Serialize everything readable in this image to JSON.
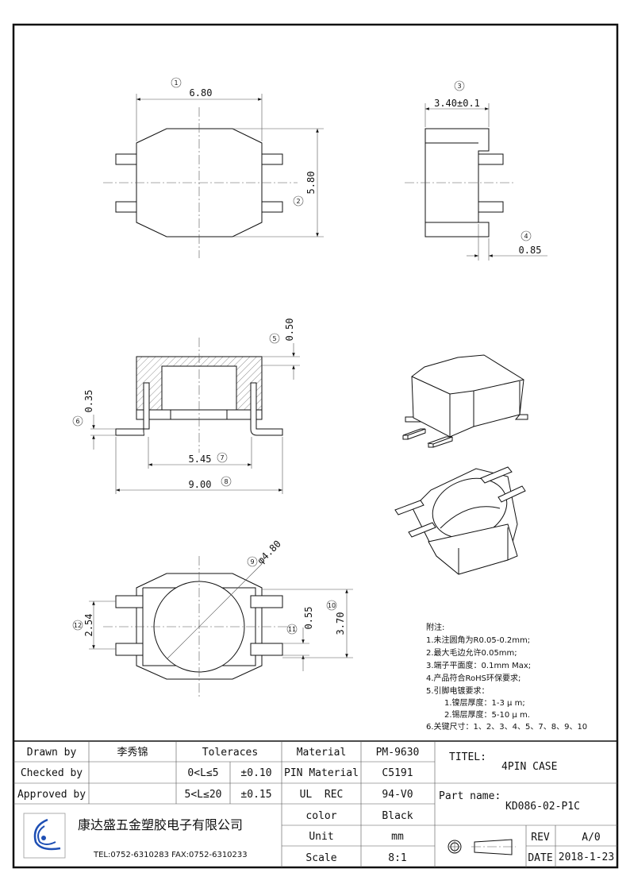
{
  "dimensions": {
    "d1": {
      "ref": "①",
      "value": "6.80"
    },
    "d2": {
      "ref": "②",
      "value": "5.80"
    },
    "d3": {
      "ref": "③",
      "value": "3.40±0.1"
    },
    "d4": {
      "ref": "④",
      "value": "0.85"
    },
    "d5": {
      "ref": "⑤",
      "value": "0.50"
    },
    "d6": {
      "ref": "⑥",
      "value": "0.35"
    },
    "d7": {
      "ref": "⑦",
      "value": "5.45"
    },
    "d8": {
      "ref": "⑧",
      "value": "9.00"
    },
    "d9": {
      "ref": "⑨",
      "value": "φ4.80"
    },
    "d10": {
      "ref": "⑩",
      "value": "3.70"
    },
    "d11": {
      "ref": "⑪",
      "value": "0.55"
    },
    "d12": {
      "ref": "⑫",
      "value": "2.54"
    }
  },
  "notes": {
    "title": "附注:",
    "items": [
      "1.未注圆角为R0.05-0.2mm;",
      "2.最大毛边允许0.05mm;",
      "3.端子平面度：0.1mm Max;",
      "4.产品符合RoHS环保要求;",
      "5.引脚电镀要求：",
      "1.镍层厚度：1-3 μ m;",
      "2.锡层厚度：5-10 μ m.",
      "6.关键尺寸：1、2、3、4、5、7、8、9、10"
    ]
  },
  "title_block": {
    "drawn_by_label": "Drawn by",
    "drawn_by": "李秀锦",
    "checked_by_label": "Checked by",
    "approved_by_label": "Approved by",
    "tolerances_label": "Toleraces",
    "tol_range_1": "0<L≤5",
    "tol_value_1": "±0.10",
    "tol_range_2": "5<L≤20",
    "tol_value_2": "±0.15",
    "material_label": "Material",
    "material": "PM-9630",
    "pin_material_label": "PIN Material",
    "pin_material": "C5191",
    "ul_label": "UL  REC",
    "ul": "94-V0",
    "color_label": "color",
    "color": "Black",
    "unit_label": "Unit",
    "unit": "mm",
    "scale_label": "Scale",
    "scale": "8:1",
    "company": "康达盛五金塑胶电子有限公司",
    "contact": "TEL:0752-6310283  FAX:0752-6310233",
    "title_label": "TITEL:",
    "title": "4PIN CASE",
    "part_name_label": "Part name:",
    "part_name": "KD086-02-P1C",
    "rev_label": "REV",
    "rev": "A/0",
    "date_label": "DATE",
    "date": "2018-1-23",
    "logo_color": "#1e4fb4"
  }
}
